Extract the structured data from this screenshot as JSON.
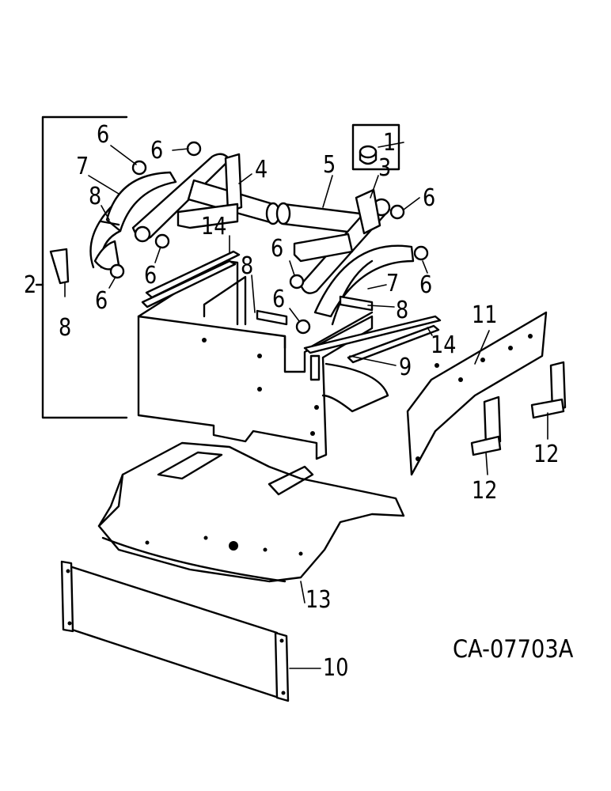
{
  "drawing": {
    "reference_code": "CA-07703A"
  },
  "callouts": [
    {
      "id": "c1",
      "label": "1"
    },
    {
      "id": "c2",
      "label": "2"
    },
    {
      "id": "c3",
      "label": "3"
    },
    {
      "id": "c4",
      "label": "4"
    },
    {
      "id": "c5",
      "label": "5"
    },
    {
      "id": "c6a",
      "label": "6"
    },
    {
      "id": "c6b",
      "label": "6"
    },
    {
      "id": "c6c",
      "label": "6"
    },
    {
      "id": "c6d",
      "label": "6"
    },
    {
      "id": "c6e",
      "label": "6"
    },
    {
      "id": "c6f",
      "label": "6"
    },
    {
      "id": "c6g",
      "label": "6"
    },
    {
      "id": "c6h",
      "label": "6"
    },
    {
      "id": "c7a",
      "label": "7"
    },
    {
      "id": "c7b",
      "label": "7"
    },
    {
      "id": "c8a",
      "label": "8"
    },
    {
      "id": "c8b",
      "label": "8"
    },
    {
      "id": "c8c",
      "label": "8"
    },
    {
      "id": "c8d",
      "label": "8"
    },
    {
      "id": "c9",
      "label": "9"
    },
    {
      "id": "c10",
      "label": "10"
    },
    {
      "id": "c11",
      "label": "11"
    },
    {
      "id": "c12a",
      "label": "12"
    },
    {
      "id": "c12b",
      "label": "12"
    },
    {
      "id": "c13",
      "label": "13"
    },
    {
      "id": "c14a",
      "label": "14"
    },
    {
      "id": "c14b",
      "label": "14"
    }
  ]
}
